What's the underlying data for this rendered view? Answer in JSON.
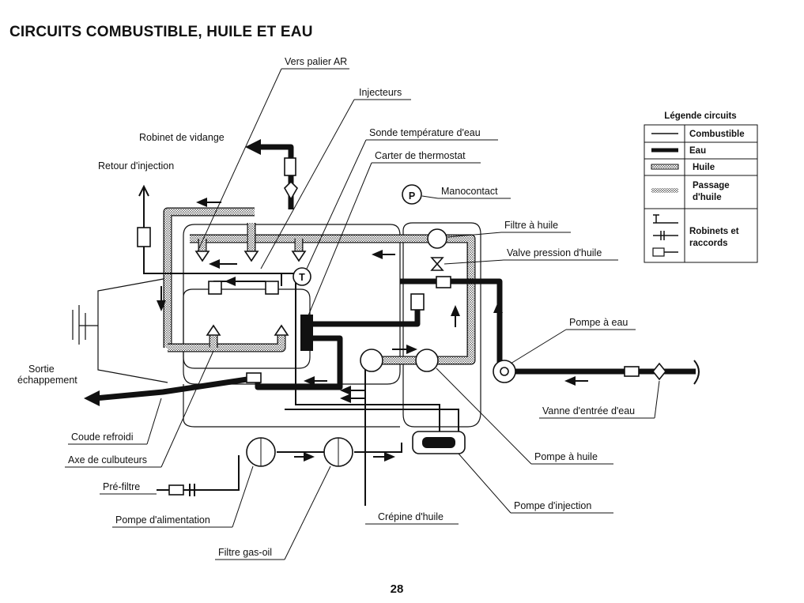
{
  "title": "CIRCUITS COMBUSTIBLE, HUILE ET EAU",
  "page_number": "28",
  "labels": {
    "vers_palier_ar": "Vers palier AR",
    "injecteurs": "Injecteurs",
    "sonde_temperature": "Sonde température d'eau",
    "carter_thermostat": "Carter de thermostat",
    "robinet_vidange": "Robinet de vidange",
    "retour_injection": "Retour d'injection",
    "manocontact": "Manocontact",
    "filtre_huile": "Filtre à huile",
    "valve_pression": "Valve pression d'huile",
    "pompe_eau": "Pompe à eau",
    "sortie_echappement_1": "Sortie",
    "sortie_echappement_2": "échappement",
    "vanne_entree": "Vanne d'entrée d'eau",
    "coude_refroidi": "Coude refroidi",
    "axe_culbuteurs": "Axe de culbuteurs",
    "pompe_huile": "Pompe à huile",
    "pre_filtre": "Pré-filtre",
    "pompe_injection": "Pompe d'injection",
    "pompe_alimentation": "Pompe d'alimentation",
    "crepine_huile": "Crépine d'huile",
    "filtre_gasoil": "Filtre gas-oil",
    "manocontact_symbol": "P",
    "thermo_symbol": "T"
  },
  "legend": {
    "title": "Légende circuits",
    "items": [
      {
        "label": "Combustible",
        "style": "fuel"
      },
      {
        "label": "Eau",
        "style": "water"
      },
      {
        "label": "Huile",
        "style": "oil"
      },
      {
        "label_line1": "Passage",
        "label_line2": "d'huile",
        "style": "oil-passage"
      },
      {
        "label_line1": "Robinets et",
        "label_line2": "raccords",
        "style": "fittings"
      }
    ]
  },
  "colors": {
    "ink": "#111111",
    "paper": "#ffffff"
  }
}
